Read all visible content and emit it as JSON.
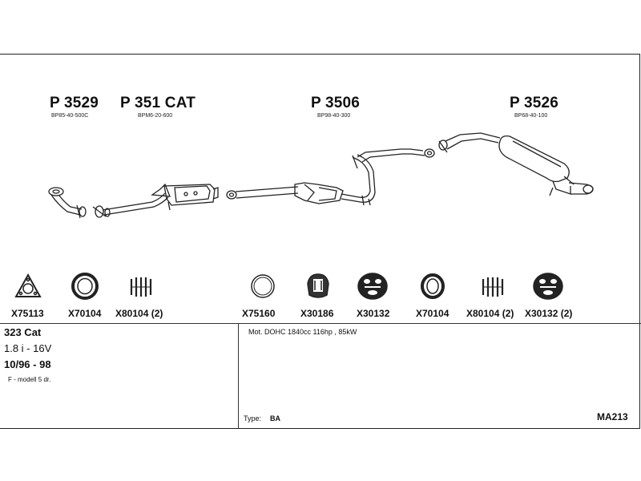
{
  "parts": [
    {
      "number": "P 3529",
      "code": "BP85-40-500C"
    },
    {
      "number": "P 351 CAT",
      "code": "BPM6-20-600"
    },
    {
      "number": "P 3506",
      "code": "BP98-40-300"
    },
    {
      "number": "P 3526",
      "code": "BP68-40-100"
    }
  ],
  "accessories": [
    {
      "icon": "gasket-triangle-icon",
      "label": "X75113"
    },
    {
      "icon": "ring-gasket-icon",
      "label": "X70104"
    },
    {
      "icon": "spring-icon",
      "label": "X80104 (2)"
    },
    {
      "icon": "ring-gasket-icon",
      "label": "X75160"
    },
    {
      "icon": "rubber-hanger-icon",
      "label": "X30186"
    },
    {
      "icon": "rubber-mount-icon",
      "label": "X30132"
    },
    {
      "icon": "ring-gasket-icon",
      "label": "X70104"
    },
    {
      "icon": "spring-icon",
      "label": "X80104 (2)"
    },
    {
      "icon": "rubber-mount-icon",
      "label": "X30132 (2)"
    }
  ],
  "vehicle": {
    "model": "323 Cat",
    "engine": "1.8 i - 16V",
    "years": "10/96 - 98",
    "variant": "F - modell 5 dr."
  },
  "details": {
    "motor": "Mot. DOHC 1840cc 116hp , 85kW",
    "type_label": "Type:",
    "type_value": "BA",
    "ref": "MA213"
  }
}
